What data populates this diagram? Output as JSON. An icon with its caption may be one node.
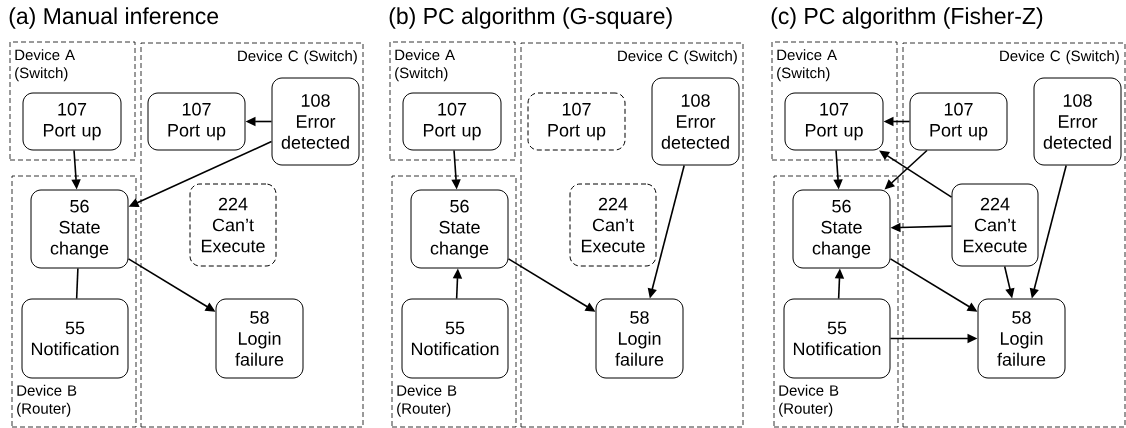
{
  "diagram": {
    "nodes": [
      {
        "text": [
          "Device A (Switch)"
        ]
      },
      {
        "text": [
          "107",
          "Port up"
        ],
        "in": 0
      },
      {
        "text": [
          "Device C (Switch)"
        ]
      },
      {
        "text": [
          "107",
          "Port up"
        ],
        "in": 2
      },
      {
        "text": [
          "108",
          "Error detected"
        ],
        "in": 2
      },
      {
        "text": [
          "Device B (Router)"
        ]
      },
      {
        "text": [
          "56",
          "State change"
        ],
        "in": 5
      },
      {
        "text": [
          "224",
          "Can’t Execute"
        ],
        "in": 2
      },
      {
        "text": [
          "55",
          "Notification"
        ],
        "in": 5
      },
      {
        "text": [
          "58",
          "Login failure"
        ],
        "in": 2
      },
      {
        "text": [
          "Device A (Switch)"
        ]
      },
      {
        "text": [
          "107",
          "Port up"
        ],
        "in": 10
      },
      {
        "text": [
          "Device C (Switch)"
        ]
      },
      {
        "text": [
          "107",
          "Port up"
        ],
        "in": 12
      },
      {
        "text": [
          "108",
          "Error detected"
        ],
        "in": 12
      },
      {
        "text": [
          "Device B (Router)"
        ]
      },
      {
        "text": [
          "56",
          "State change"
        ],
        "in": 15
      },
      {
        "text": [
          "224",
          "Can’t Execute"
        ],
        "in": 12
      },
      {
        "text": [
          "55",
          "Notification"
        ],
        "in": 15
      },
      {
        "text": [
          "58",
          "Login failure"
        ],
        "in": 12
      },
      {
        "text": [
          "Device A (Switch)"
        ]
      },
      {
        "text": [
          "107",
          "Port up"
        ],
        "in": 20
      },
      {
        "text": [
          "Device C (Switch)"
        ]
      },
      {
        "text": [
          "107",
          "Port up"
        ],
        "in": 22
      },
      {
        "text": [
          "108",
          "Error detected"
        ],
        "in": 22
      },
      {
        "text": [
          "Device B (Router)"
        ]
      },
      {
        "text": [
          "56",
          "State change"
        ],
        "in": 25
      },
      {
        "text": [
          "224",
          "Can’t Execute"
        ],
        "in": 22
      },
      {
        "text": [
          "55",
          "Notification"
        ],
        "in": 25
      },
      {
        "text": [
          "58",
          "Login failure"
        ],
        "in": 22
      }
    ],
    "edges": [
      {
        "from": 1,
        "to": 6,
        "arrow": "to"
      },
      {
        "from": 4,
        "to": 3,
        "arrow": "to"
      },
      {
        "from": 4,
        "to": 6,
        "arrow": "to"
      },
      {
        "from": 6,
        "to": 8,
        "arrow": "none"
      },
      {
        "from": 6,
        "to": 9,
        "arrow": "to"
      },
      {
        "from": 11,
        "to": 16,
        "arrow": "to"
      },
      {
        "from": 18,
        "to": 16,
        "arrow": "to"
      },
      {
        "from": 16,
        "to": 19,
        "arrow": "to"
      },
      {
        "from": 14,
        "to": 19,
        "arrow": "to"
      },
      {
        "from": 23,
        "to": 21,
        "arrow": "to"
      },
      {
        "from": 21,
        "to": 26,
        "arrow": "to"
      },
      {
        "from": 23,
        "to": 26,
        "arrow": "to"
      },
      {
        "from": 27,
        "to": 21,
        "arrow": "to"
      },
      {
        "from": 27,
        "to": 26,
        "arrow": "to"
      },
      {
        "from": 28,
        "to": 26,
        "arrow": "to"
      },
      {
        "from": 26,
        "to": 29,
        "arrow": "to"
      },
      {
        "from": 27,
        "to": 29,
        "arrow": "to"
      },
      {
        "from": 24,
        "to": 29,
        "arrow": "to"
      },
      {
        "from": 28,
        "to": 29,
        "arrow": "to"
      }
    ],
    "labels": [
      "(a) Manual inference",
      "(b) PC algorithm (G-square)",
      "(c) PC algorithm (Fisher-Z)"
    ]
  }
}
